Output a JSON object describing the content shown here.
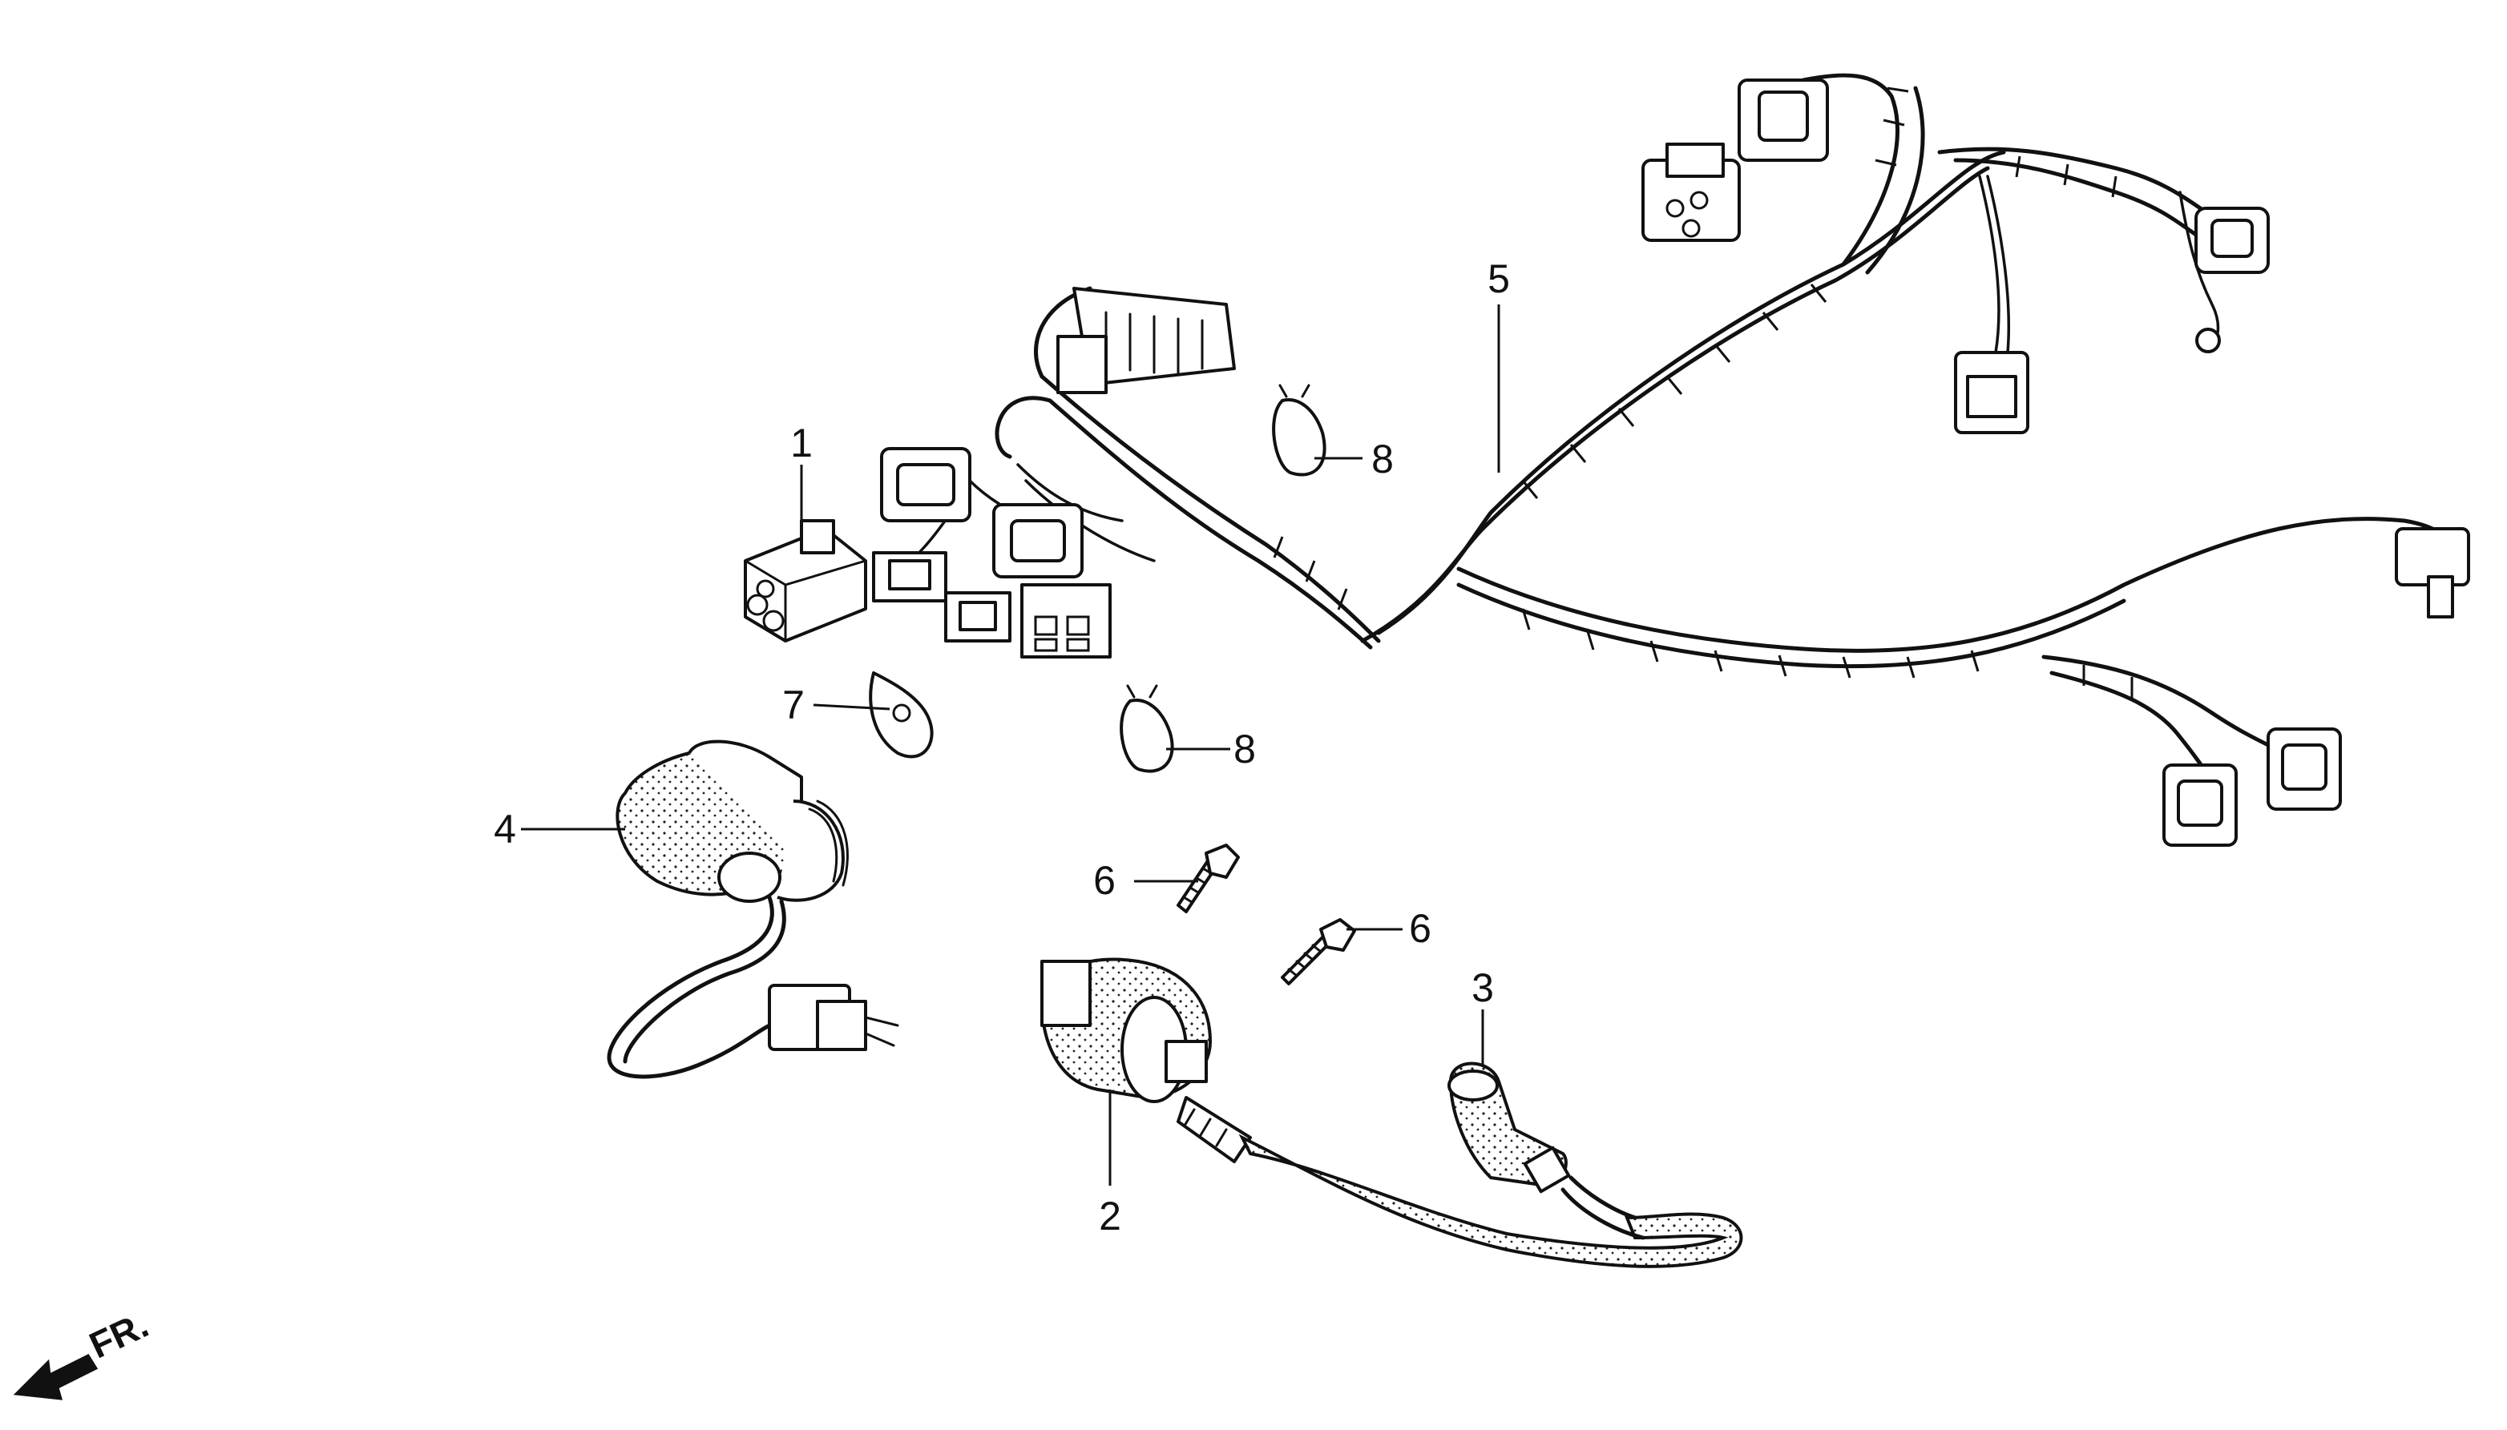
{
  "callouts": {
    "c1": "1",
    "c2": "2",
    "c3": "3",
    "c4": "4",
    "c5": "5",
    "c6a": "6",
    "c6b": "6",
    "c7": "7",
    "c8a": "8",
    "c8b": "8"
  },
  "direction": {
    "label": "FR."
  }
}
